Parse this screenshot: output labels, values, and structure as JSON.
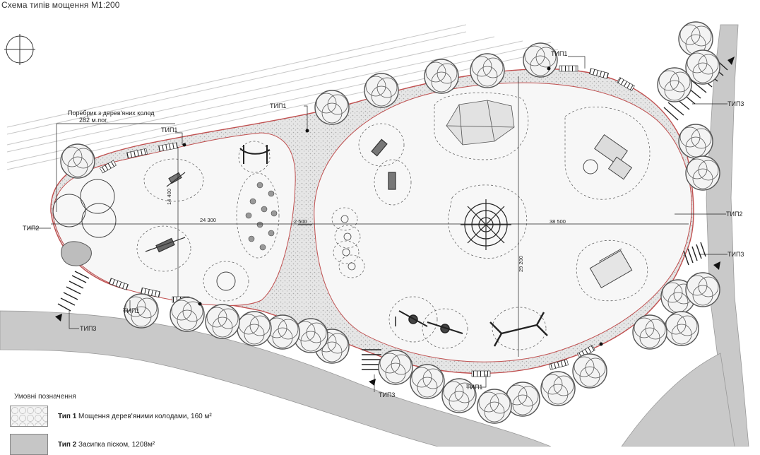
{
  "title": "Схема типів мощення М1:200",
  "labels": {
    "border_line1": "Поребрик з дерев'яних колод",
    "border_line2": "282 м.пог.",
    "tip1": "ТИП1",
    "tip2": "ТИП2",
    "tip3": "ТИП3"
  },
  "dimensions": {
    "left_length": "24 300",
    "gap": "2 500",
    "right_length": "38 500",
    "left_width": "14 400",
    "right_width": "29 200"
  },
  "legend": {
    "title": "Умовні позначення",
    "items": [
      {
        "type": "Тип 1",
        "text": "Мощення дерев'яними колодами, 160 м²"
      },
      {
        "type": "Тип 2",
        "text": "Засипка піском, 1208м²"
      }
    ]
  },
  "colors": {
    "outline": "#c05050",
    "paving": "#c8c8c8",
    "gravel": "#d9d9d9",
    "tree": "#555555",
    "road": "#bdbdbd"
  }
}
